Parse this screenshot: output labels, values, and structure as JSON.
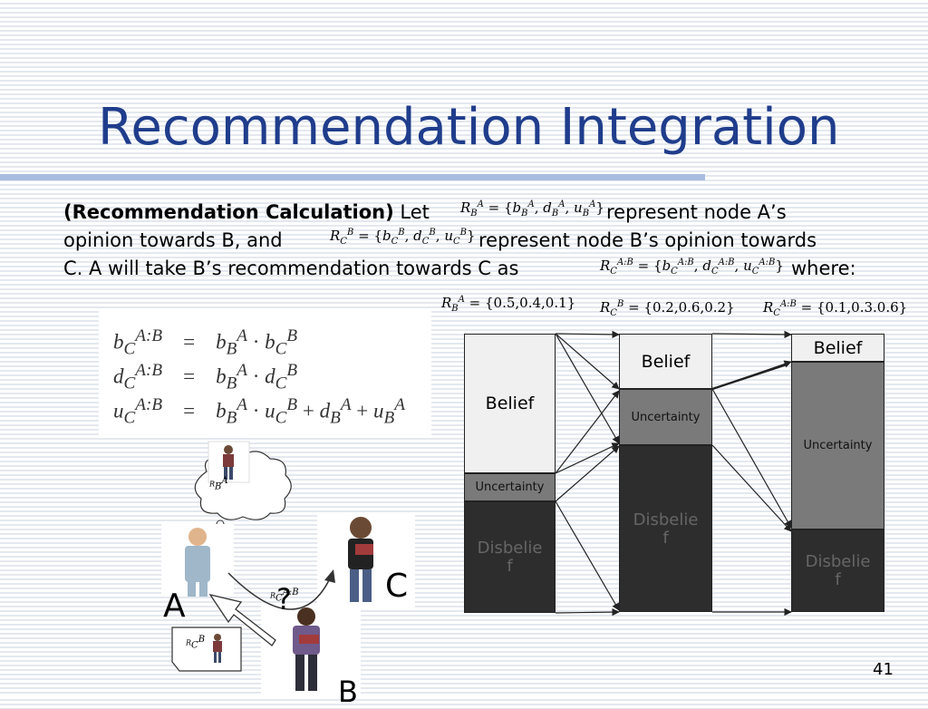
{
  "title": "Recommendation Integration",
  "paragraph": {
    "bold": "(Recommendation Calculation)",
    "let": " Let",
    "t1": "represent node A’s",
    "t2a": "opinion towards B, and",
    "t2b": "represent node B’s opinion towards",
    "t3a": "C. A will take B’s recommendation towards C as",
    "t3b": "where:"
  },
  "values": {
    "rab": "{0.5,0.4,0.1}",
    "rbc": "{0.2,0.6,0.2}",
    "rabc": "{0.1,0.3.0.6}"
  },
  "bars": {
    "belief": "Belief",
    "uncertainty": "Uncertainty",
    "disbelief": "Disbelie f"
  },
  "labels": {
    "a": "A",
    "b": "B",
    "c": "C",
    "question": "?"
  },
  "page_number": "41"
}
